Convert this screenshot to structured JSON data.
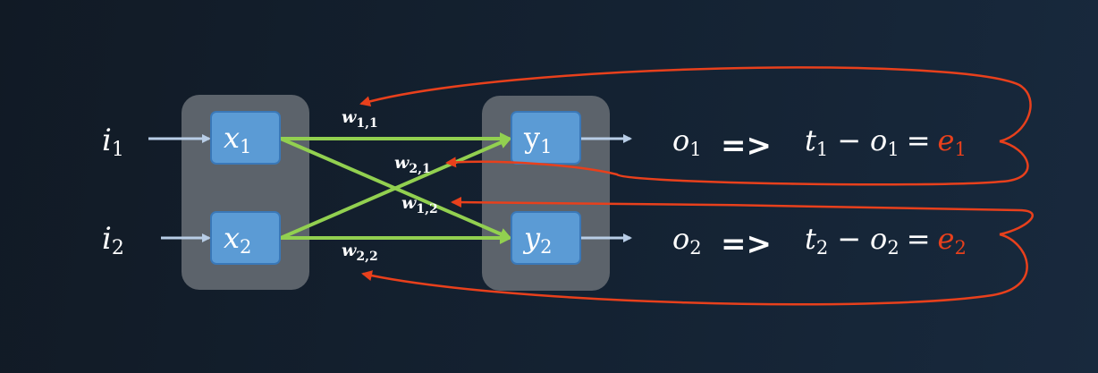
{
  "inputs": [
    {
      "base": "i",
      "sub": "1"
    },
    {
      "base": "i",
      "sub": "2"
    }
  ],
  "hidden_nodes": [
    {
      "base": "x",
      "sub": "1"
    },
    {
      "base": "x",
      "sub": "2"
    }
  ],
  "output_nodes": [
    {
      "base": "y",
      "sub": "1"
    },
    {
      "base": "y",
      "sub": "2"
    }
  ],
  "weights": [
    {
      "base": "w",
      "sub": "1,1"
    },
    {
      "base": "w",
      "sub": "2,1"
    },
    {
      "base": "w",
      "sub": "1,2"
    },
    {
      "base": "w",
      "sub": "2,2"
    }
  ],
  "outputs": [
    {
      "base": "o",
      "sub": "1"
    },
    {
      "base": "o",
      "sub": "2"
    }
  ],
  "implies_symbol": "=>",
  "equations": [
    {
      "t": "t",
      "t_sub": "1",
      "minus": "−",
      "o": "o",
      "o_sub": "1",
      "equals": "=",
      "e": "e",
      "e_sub": "1"
    },
    {
      "t": "t",
      "t_sub": "2",
      "minus": "−",
      "o": "o",
      "o_sub": "2",
      "equals": "=",
      "e": "e",
      "e_sub": "2"
    }
  ],
  "colors": {
    "layer_box": "#5c636b",
    "node_fill": "#5b9bd5",
    "node_stroke": "#3a78b8",
    "weight_line": "#92d050",
    "input_arrow": "#b8cde6",
    "error_curve": "#e8401c",
    "error_text": "#e8401c"
  }
}
